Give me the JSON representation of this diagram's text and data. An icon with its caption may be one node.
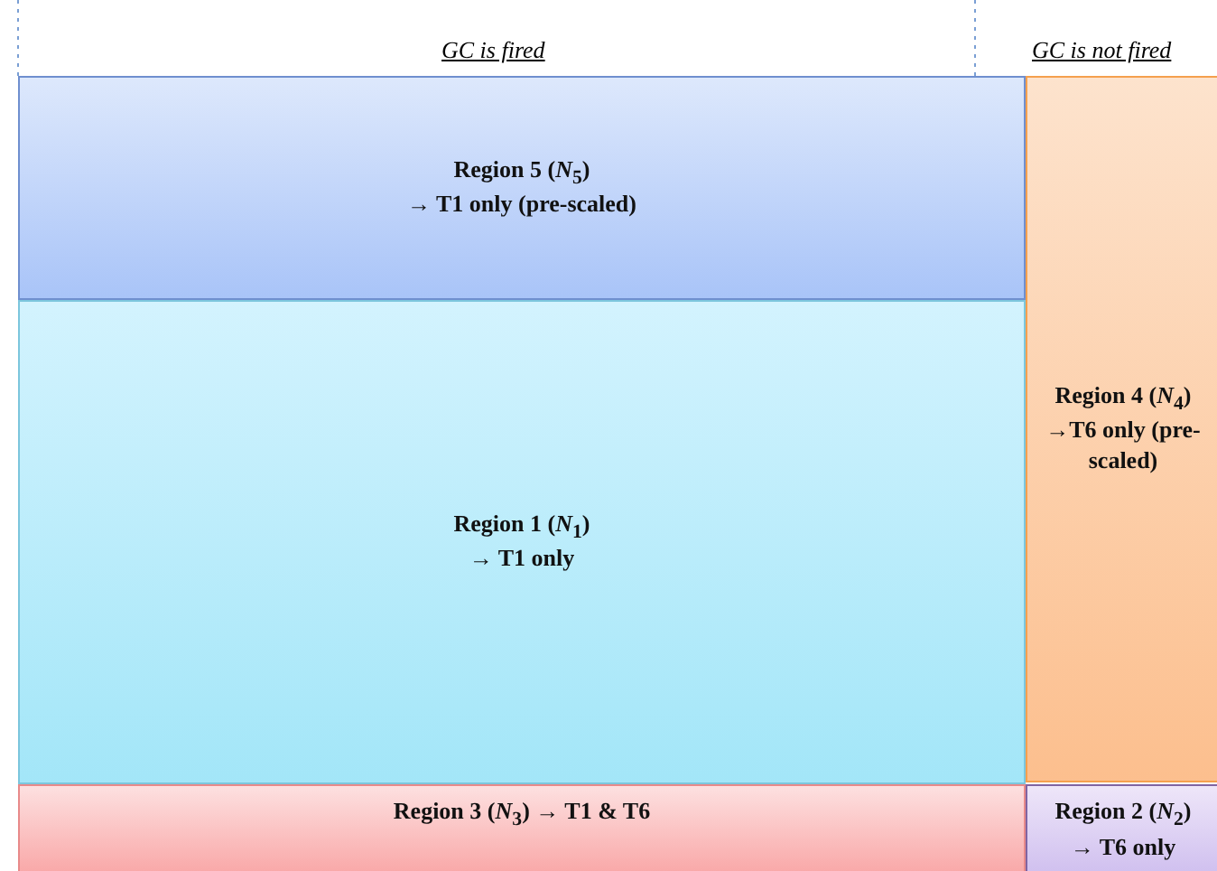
{
  "diagram": {
    "nodes": [
      {
        "text": [
          "Region 5 (*N*$_{5}$)",
          "→ T1 only (pre-scaled)"
        ]
      },
      {
        "text": [
          "Region 1 (*N*$_{1}$)",
          "→ T1 only"
        ]
      },
      {
        "text": [
          "Region 4 (*N*$_{4}$)",
          "→T6 only (pre-scaled)"
        ]
      },
      {
        "text": [
          "Region 3 (*N*$_{3}$) → T1 & T6"
        ]
      },
      {
        "text": [
          "Region 2 (*N*$_{2}$)",
          "→ T6 only"
        ]
      }
    ],
    "labels": [
      "GC is fired",
      "GC is not fired"
    ]
  }
}
